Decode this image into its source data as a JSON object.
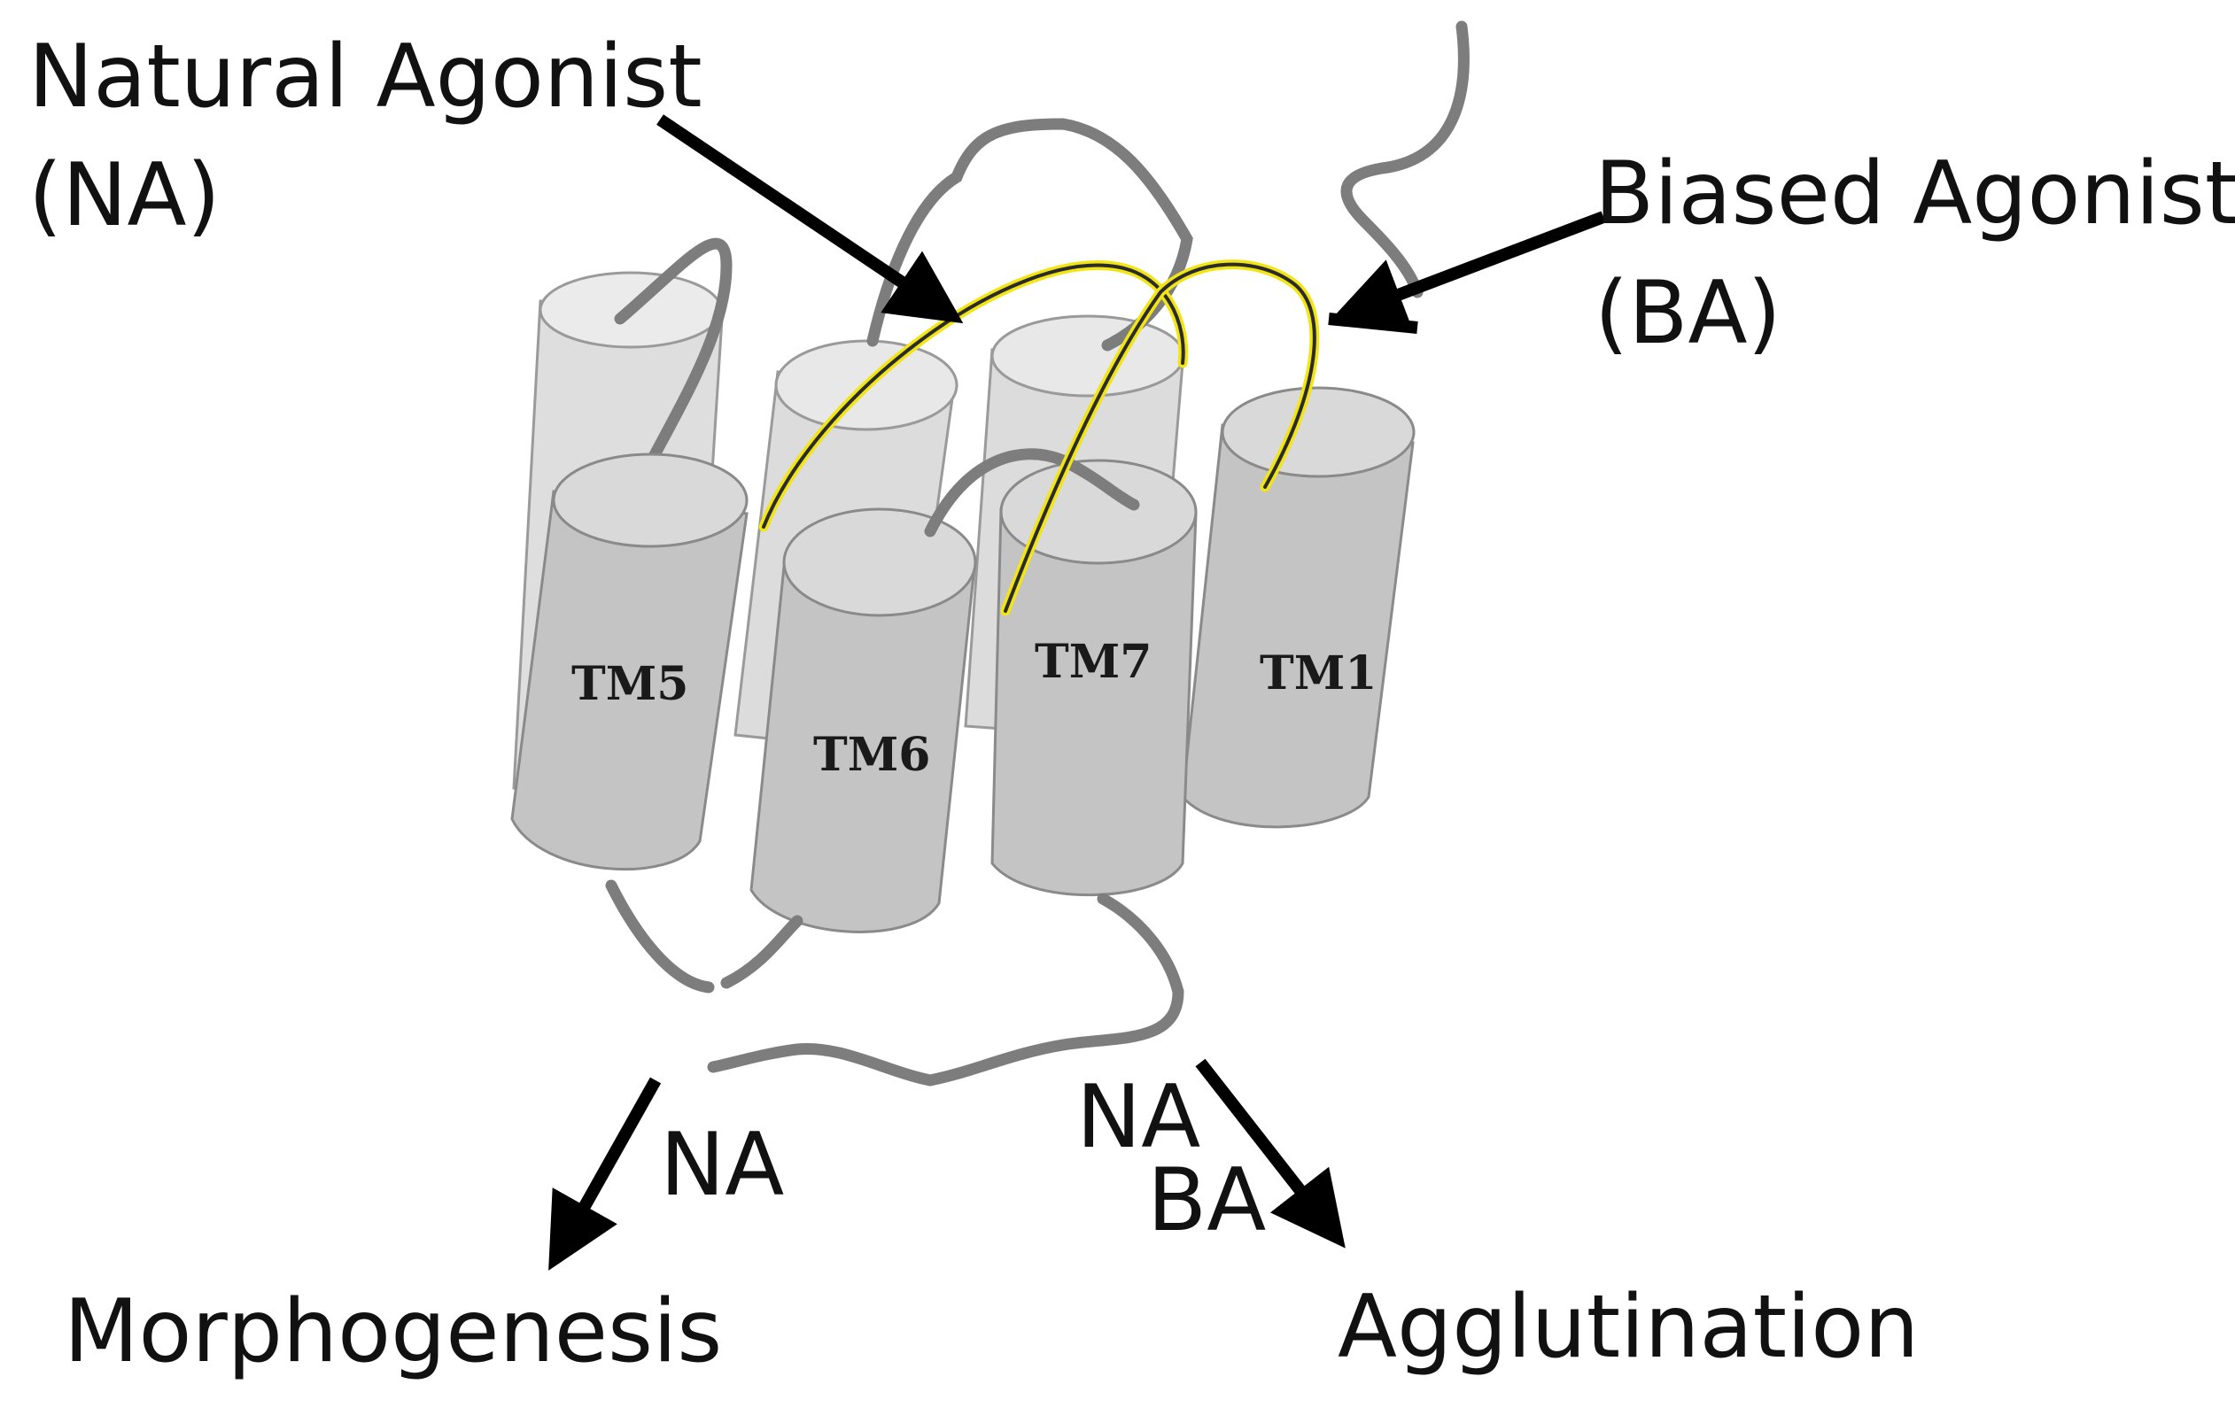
{
  "labels": {
    "natural_agonist": "Natural Agonist",
    "natural_agonist_abbr": "(NA)",
    "biased_agonist": "Biased Agonist",
    "biased_agonist_abbr": "(BA)",
    "left_pathway_ligand": "NA",
    "right_pathway_ligand_1": "NA",
    "right_pathway_ligand_2": "BA",
    "morphogenesis": "Morphogenesis",
    "agglutination": "Agglutination"
  },
  "helices": {
    "tm5": "TM5",
    "tm6": "TM6",
    "tm7": "TM7",
    "tm1": "TM1"
  },
  "colors": {
    "front_helix": "#c4c4c4",
    "back_helix": "#dddddd",
    "loop": "#7d7d7d",
    "ligand_core": "#2b2b2b",
    "ligand_highlight": "#f2e516",
    "arrow": "#000000"
  }
}
